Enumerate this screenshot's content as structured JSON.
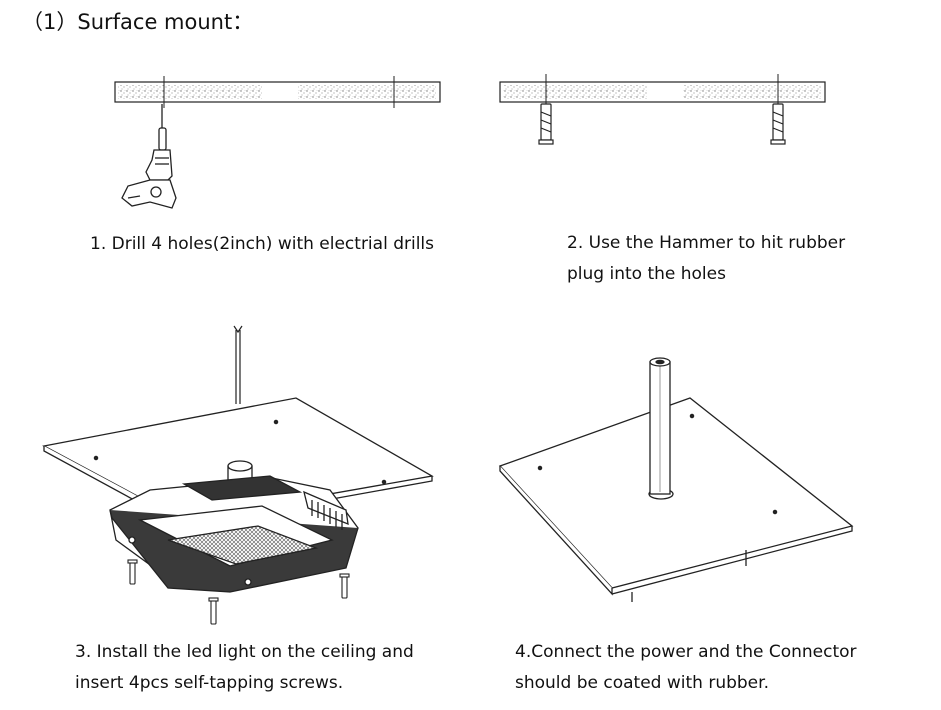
{
  "title": "（1）Surface mount：",
  "steps": [
    {
      "lines": [
        "1. Drill 4 holes(2inch) with electrial drills"
      ]
    },
    {
      "lines": [
        "2. Use the Hammer to hit rubber",
        "plug into the holes"
      ]
    },
    {
      "lines": [
        "3. Install the led light on the ceiling and",
        "insert 4pcs self-tapping screws."
      ]
    },
    {
      "lines": [
        "4.Connect the power and the Connector",
        "should be coated with rubber."
      ]
    }
  ],
  "colors": {
    "line": "#222222",
    "fill": "#ffffff",
    "dark": "#333333",
    "hatch": "#9a9a9a"
  },
  "icons": [
    "electric-drill-icon",
    "rubber-plug-icon",
    "led-canopy-light-icon",
    "screw-icon",
    "power-connector-icon"
  ]
}
